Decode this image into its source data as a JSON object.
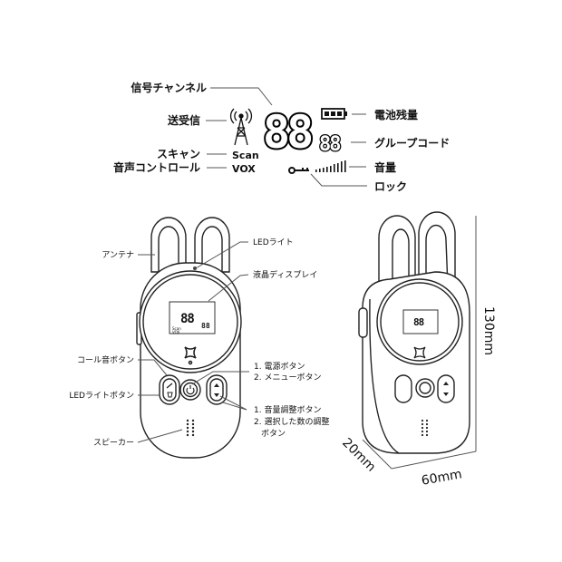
{
  "lcd_legend": {
    "signal_channel": "信号チャンネル",
    "transmit_receive": "送受信",
    "scan_label": "スキャン",
    "voice_control": "音声コントロール",
    "battery": "電池残量",
    "group_code": "グループコード",
    "volume": "音量",
    "lock": "ロック",
    "lcd_scan_text": "Scan",
    "lcd_vox_text": "VOX",
    "channel_digits": "88",
    "group_digits": "88"
  },
  "front_view": {
    "antenna": "アンテナ",
    "led_light": "LEDライト",
    "lcd_display": "液晶ディスプレイ",
    "call_tone_button": "コール音ボタン",
    "led_light_button": "LEDライトボタン",
    "power_button_1": "1. 電源ボタン",
    "power_button_2": "2. メニューボタン",
    "volume_button_1": "1. 音量調整ボタン",
    "volume_button_2": "2. 選択した数の調整",
    "volume_button_3": "ボタン",
    "speaker": "スピーカー"
  },
  "dimensions": {
    "height": "130mm",
    "width": "60mm",
    "depth": "20mm"
  }
}
